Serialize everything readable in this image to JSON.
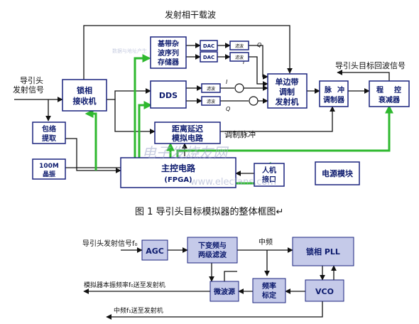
{
  "top": {
    "label_carrier": "发射相干载波",
    "label_data_pc": "数据与地址产生",
    "label_seeker_tx_1": "导引头",
    "label_seeker_tx_2": "发射信号",
    "label_echo": "导引头目标回波信号",
    "label_mod_pulse": "调制脉冲",
    "pll_rx_1": "锁相",
    "pll_rx_2": "接收机",
    "envelope_1": "包络",
    "envelope_2": "提取",
    "crystal_1": "100M",
    "crystal_2": "晶振",
    "baseband_1": "基带杂",
    "baseband_2": "波序列",
    "baseband_3": "存储器",
    "dac1": "DAC",
    "dac2": "DAC",
    "filter_small": "滤波",
    "dds": "DDS",
    "ssb_1": "单边带",
    "ssb_2": "调制",
    "ssb_3": "发射机",
    "pulse_mod_1": "脉",
    "pulse_mod_2": "冲",
    "pulse_mod_3": "调制器",
    "attenuator_1": "程",
    "attenuator_2": "控",
    "attenuator_3": "衰减器",
    "delay_1": "距离延迟",
    "delay_2": "模拟电路",
    "main_ctrl_1": "主控电路",
    "main_ctrl_2": "(FPGA)",
    "hmi_1": "人机",
    "hmi_2": "接口",
    "power": "电源模块",
    "i_base": "I",
    "q_base": "Q",
    "i_dds": "I",
    "q_dds": "Q",
    "watermark_cn": "电子发烧友网",
    "watermark_url": "www.elecfans.com"
  },
  "caption1": "图 1   导引头目标模拟器的整体框图↵",
  "bottom": {
    "input": "导引头发射信号f₀",
    "agc": "AGC",
    "downconv_1": "下变频与",
    "downconv_2": "两级滤波",
    "mid_freq": "中频",
    "pll": "锁相 PLL",
    "vco": "VCO",
    "freq_cal_1": "频率",
    "freq_cal_2": "标定",
    "microwave": "微波源",
    "out1": "模拟器本振频率f₀送至发射机",
    "out2": "中频f₁送至发射机"
  }
}
